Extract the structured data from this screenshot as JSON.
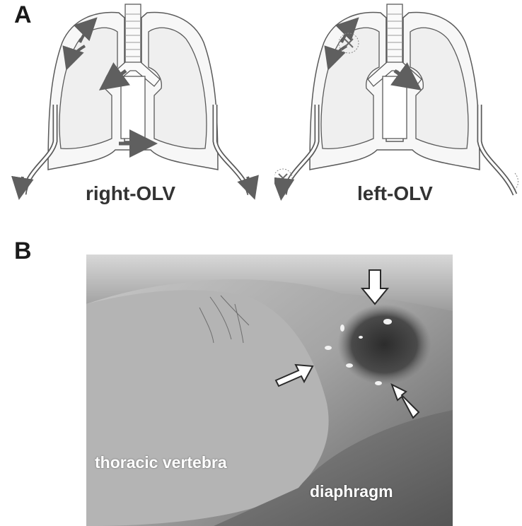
{
  "panel_a": {
    "letter": "A",
    "captions": {
      "right": "right-OLV",
      "left": "left-OLV"
    }
  },
  "panel_b": {
    "letter": "B",
    "labels": {
      "vertebra": "thoracic vertebra",
      "diaphragm": "diaphragm"
    }
  },
  "colors": {
    "outline": "#5a5a5a",
    "lung_fill": "#f1f1f1",
    "arrow": "#5f5f5f",
    "photo_dark": "#2e2e2e",
    "photo_light": "#d0d0d0"
  }
}
